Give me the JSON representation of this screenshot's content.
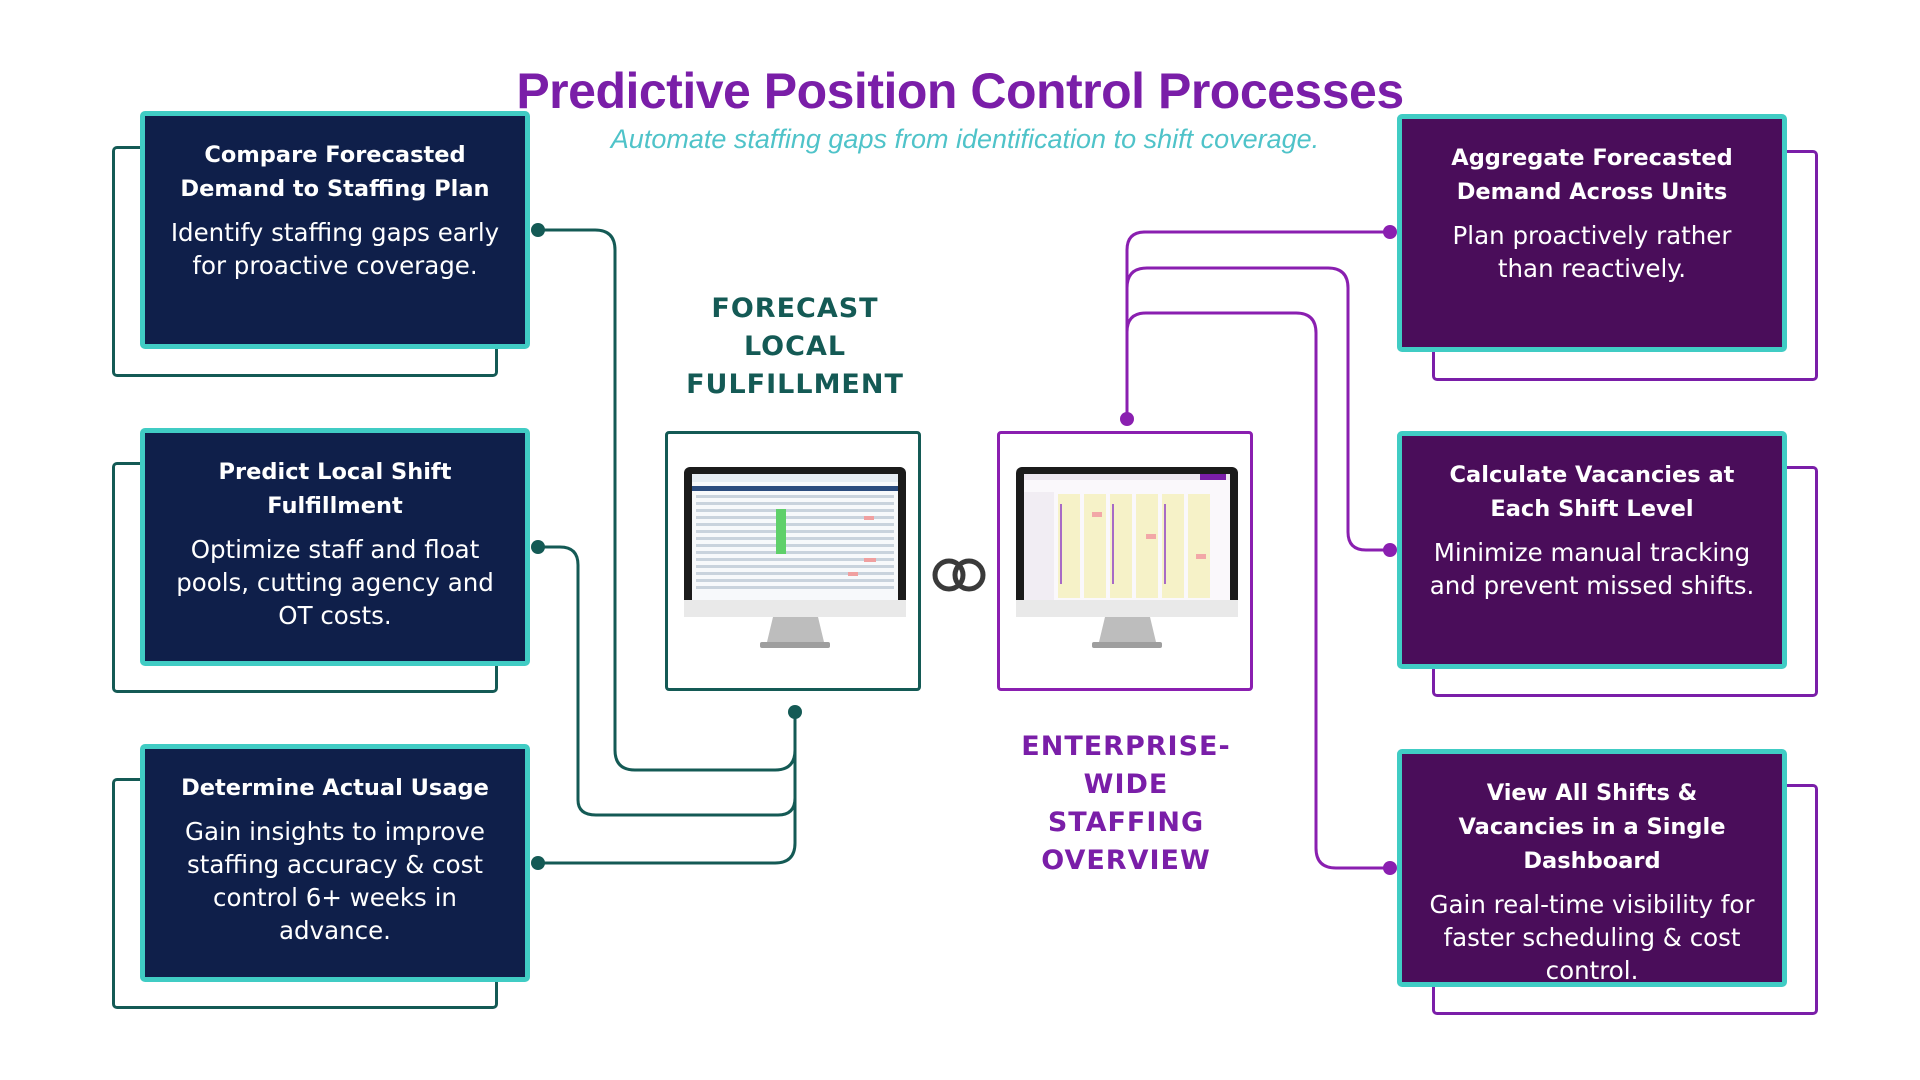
{
  "title": "Predictive Position Control Processes",
  "subtitle": "Automate staffing gaps from identification to shift coverage.",
  "center": {
    "left_label": "FORECAST LOCAL FULFILLMENT",
    "right_label": "ENTERPRISE-WIDE STAFFING OVERVIEW",
    "link_icon": "linked-rings-icon"
  },
  "left_cards": [
    {
      "title": "Compare Forecasted Demand to Staffing Plan",
      "desc": "Identify staffing gaps early for proactive coverage."
    },
    {
      "title": "Predict Local Shift Fulfillment",
      "desc": "Optimize staff and float pools, cutting agency and OT costs."
    },
    {
      "title": "Determine Actual Usage",
      "desc": "Gain insights to improve staffing accuracy & cost control 6+ weeks in advance."
    }
  ],
  "right_cards": [
    {
      "title": "Aggregate Forecasted Demand Across Units",
      "desc": "Plan proactively rather than reactively."
    },
    {
      "title": "Calculate Vacancies at Each Shift Level",
      "desc": "Minimize manual tracking and prevent missed shifts."
    },
    {
      "title": "View All Shifts & Vacancies in a Single Dashboard",
      "desc": "Gain real-time visibility for faster scheduling & cost control."
    }
  ],
  "colors": {
    "title": "#7a1ea8",
    "subtitle": "#4fc3c9",
    "navy_card": "#0f1f4a",
    "purple_card": "#4a0d5a",
    "card_border": "#40ccc4",
    "teal_line": "#145a55",
    "purple_line": "#8a1fb0"
  }
}
